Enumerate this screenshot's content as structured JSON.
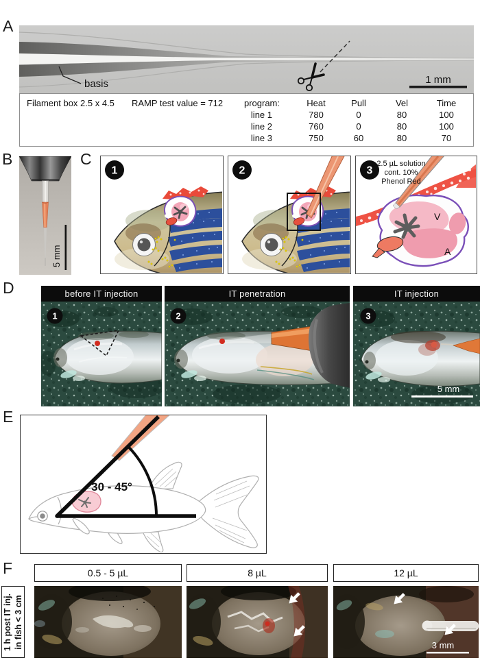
{
  "panels": {
    "a": {
      "label": "A",
      "photo": {
        "basis_label": "basis",
        "scale_bar": "1 mm"
      },
      "settings": {
        "filament": "Filament box 2.5 x 4.5",
        "ramp": "RAMP test value = 712",
        "program_label": "program:",
        "columns": [
          "Heat",
          "Pull",
          "Vel",
          "Time"
        ],
        "rows": [
          {
            "name": "line 1",
            "heat": "780",
            "pull": "0",
            "vel": "80",
            "time": "100"
          },
          {
            "name": "line 2",
            "heat": "760",
            "pull": "0",
            "vel": "80",
            "time": "100"
          },
          {
            "name": "line 3",
            "heat": "750",
            "pull": "60",
            "vel": "80",
            "time": "70"
          }
        ]
      }
    },
    "b": {
      "label": "B",
      "scale_bar": "5 mm"
    },
    "c": {
      "label": "C",
      "steps": [
        {
          "number": "1"
        },
        {
          "number": "2"
        },
        {
          "number": "3",
          "note1": "2.5 µL solution",
          "note2": "cont. 10%",
          "note3": "Phenol Red",
          "label_v": "V",
          "label_a": "A"
        }
      ]
    },
    "d": {
      "label": "D",
      "steps": [
        {
          "number": "1",
          "title": "before IT injection"
        },
        {
          "number": "2",
          "title": "IT penetration"
        },
        {
          "number": "3",
          "title": "IT injection",
          "scale_bar": "5 mm"
        }
      ]
    },
    "e": {
      "label": "E",
      "angle": "30 - 45°"
    },
    "f": {
      "label": "F",
      "row_label1": "1 h post IT inj.",
      "row_label2": "in fish < 3 cm",
      "columns": [
        {
          "title": "0.5 - 5 µL"
        },
        {
          "title": "8 µL"
        },
        {
          "title": "12 µL",
          "scale_bar": "3 mm"
        }
      ]
    }
  },
  "colors": {
    "phenol_red_solution": "#e4825a",
    "injection_marker_red": "#d22b1e",
    "sponge_green": "#2b4a3f",
    "thymus_pink": "#f3a6b8",
    "thymus_capsule_purple": "#7b50b5",
    "membrane_red": "#ee5244",
    "stripe_blue": "#2c4f9c"
  }
}
